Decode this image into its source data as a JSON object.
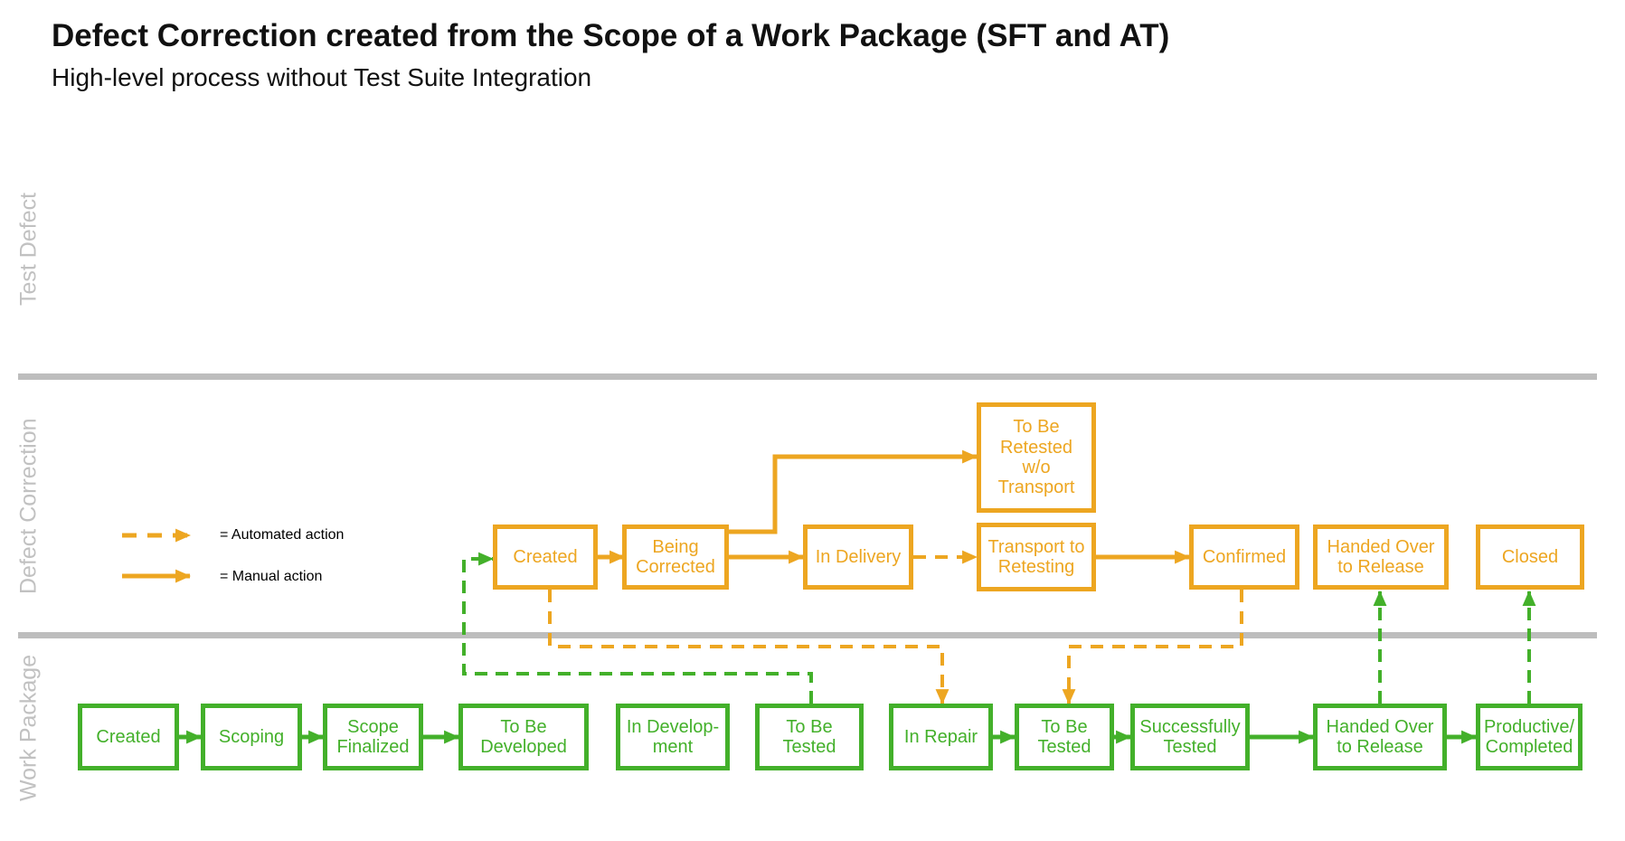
{
  "header": {
    "title": "Defect Correction created from the Scope of a Work Package (SFT and AT)",
    "subtitle": "High-level process without Test Suite Integration"
  },
  "lanes": [
    {
      "label": "Test Defect"
    },
    {
      "label": "Defect Correction"
    },
    {
      "label": "Work Package"
    }
  ],
  "legend": {
    "automated_label": "= Automated action",
    "manual_label": "= Manual action"
  },
  "defect_correction_nodes": [
    {
      "label": "Created"
    },
    {
      "label": "Being\nCorrected"
    },
    {
      "label": "In Delivery"
    },
    {
      "label": "To Be\nRetested\nw/o\nTransport"
    },
    {
      "label": "Transport to\nRetesting"
    },
    {
      "label": "Confirmed"
    },
    {
      "label": "Handed Over\nto Release"
    },
    {
      "label": "Closed"
    }
  ],
  "work_package_nodes": [
    {
      "label": "Created"
    },
    {
      "label": "Scoping"
    },
    {
      "label": "Scope\nFinalized"
    },
    {
      "label": "To Be\nDeveloped"
    },
    {
      "label": "In Develop-\nment"
    },
    {
      "label": "To Be\nTested"
    },
    {
      "label": "In Repair"
    },
    {
      "label": "To Be\nTested"
    },
    {
      "label": "Successfully\nTested"
    },
    {
      "label": "Handed Over\nto Release"
    },
    {
      "label": "Productive/\nCompleted"
    }
  ],
  "colors": {
    "defect_correction_orange": "#EDA621",
    "work_package_green": "#43B02A",
    "lane_label_gray": "#C1C1C1",
    "divider_gray": "#BDBDBD",
    "title_text": "#111111"
  }
}
